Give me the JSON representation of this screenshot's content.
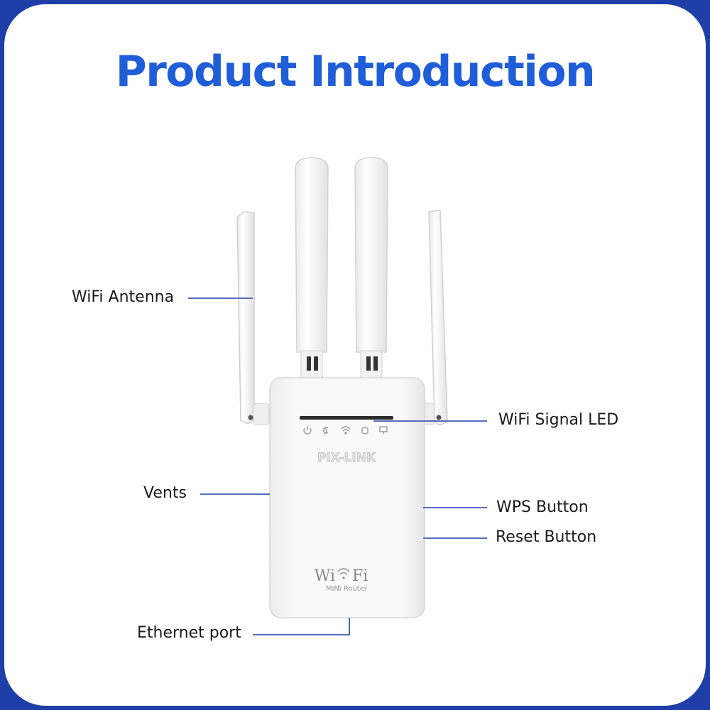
{
  "title": "Product Introduction",
  "device": {
    "brand": "PIX-LINK",
    "wifi_logo_left": "Wi",
    "wifi_logo_right": "Fi",
    "model_text": "MiNi Router"
  },
  "callouts": {
    "wifi_antenna": "WiFi Antenna",
    "wifi_signal_led": "WiFi Signal LED",
    "vents": "Vents",
    "wps_button": "WPS Button",
    "reset_button": "Reset Button",
    "ethernet_port": "Ethernet port"
  },
  "colors": {
    "frame": "#1f3fa8",
    "title": "#1f5ed8",
    "leader_line": "#1f3fa8",
    "device_body": "#f7f7f7"
  },
  "icons": [
    "power-icon",
    "repeater-icon",
    "wifi-icon",
    "wps-icon",
    "ethernet-icon"
  ]
}
